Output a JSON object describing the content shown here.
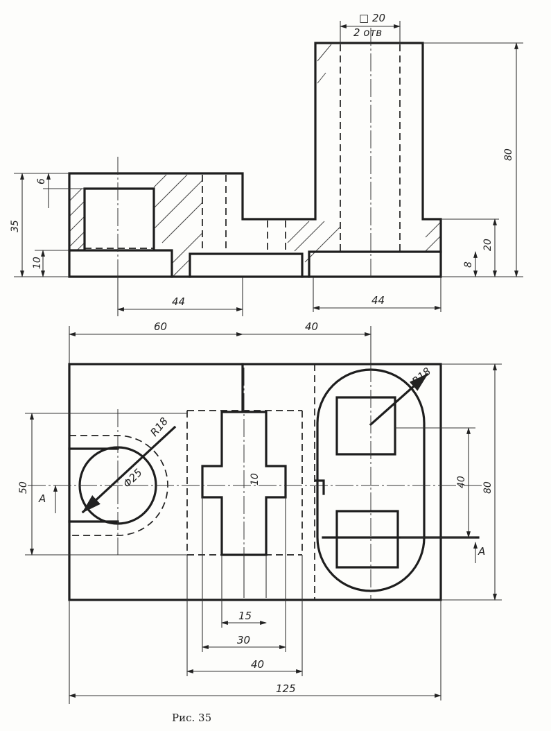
{
  "caption": "Рис. 35",
  "front_view": {
    "dims": {
      "hole_square": "□ 20",
      "holes_count": "2 отв",
      "height_80": "80",
      "height_20": "20",
      "height_8": "8",
      "height_35": "35",
      "height_6": "6",
      "height_10": "10",
      "left_44": "44",
      "right_44": "44"
    }
  },
  "top_view": {
    "dims": {
      "d60": "60",
      "d40_top": "40",
      "r18_right": "R18",
      "r18_left": "R18",
      "phi25": "Φ25",
      "d10": "10",
      "d50": "50",
      "d40_right": "40",
      "d80_right": "80",
      "d15": "15",
      "d30": "30",
      "d40_bottom": "40",
      "d125": "125"
    },
    "section_labels": {
      "left": "A",
      "right": "A"
    }
  }
}
